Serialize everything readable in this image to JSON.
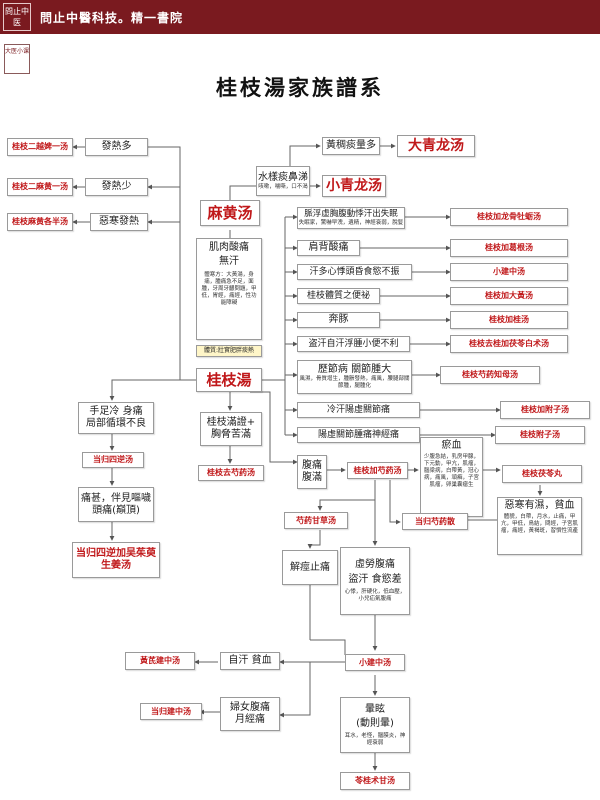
{
  "header": {
    "logo_text": "問止中医",
    "brand": "問止中醫科技。精一書院"
  },
  "stamp_text": "大医小课",
  "title": "桂枝湯家族譜系",
  "nodes": {
    "guizhi_erma": "桂枝二越婢一汤",
    "fare_duo": "發熱多",
    "guizhi_ermahuang": "桂枝二麻黄一汤",
    "fare_shao": "發熱少",
    "guizhi_mahuang_ban": "桂枝麻黄各半汤",
    "wuhan_fare": "惡寒發熱",
    "huangtan_duo": "黃稠痰量多",
    "daqinglong": "大青龙汤",
    "shuiyang_title": "水樣痰鼻涕",
    "shuiyang_sub": "咳嗽，喘嘶，口不渴",
    "xiaoqinglong": "小青龙汤",
    "mahuang": "麻黄汤",
    "mahuang_desc_title": "肌肉酸痛",
    "mahuang_desc_sub": "無汗",
    "mahuang_desc_list": "體寒方：大黃湯，身痛，腫痛急不足，面腫，牙周牙齦問題，甲低，胃經，痛經，性功能障礙",
    "tizhi_note": "體質:壯實肥胖痰熱",
    "guizhi": "桂枝湯",
    "mai_xu": "脈浮虛胸腹動悸汗出失眠",
    "mai_xu_sub": "失眠家，驚嚇早洩，遺精，神經衰弱，脫髮",
    "longgu": "桂枝加龙骨牡蛎汤",
    "jianbei": "肩背酸痛",
    "gegen": "桂枝加葛根汤",
    "handuo": "汗多心悸頭昏食慾不振",
    "xiaojianzhong": "小建中汤",
    "tizhi_bian": "桂枝體質之便祕",
    "dahuang": "桂枝加大黃汤",
    "bentun": "奔豚",
    "jiagui": "桂枝加桂汤",
    "daohan": "盗汗自汗浮腫小便不利",
    "fuling_baizhu": "桂枝去桂加茯苓白术汤",
    "lijie": "歷節病 關節腫大",
    "lijie_sub": "風濕，骨質增生，腫脹發熱，痛風，腰腿部關節腫，腿腫化",
    "shaoyao_zhimu": "桂枝芍药知母汤",
    "lenghan": "冷汗陽虛關節痛",
    "fuzi": "桂枝加附子汤",
    "yangxu": "陽虛關節腫痛神經痛",
    "fuzi2": "桂枝附子汤",
    "shouyi_left": "手足冷 身痛",
    "shouyi_left2": "局部循環不良",
    "danggui_sini": "当归四逆汤",
    "tongshen": "痛甚，伴見嘔噦",
    "touteng": "頭痛(巔頂)",
    "danggui_wuzhu": "当归四逆加吴茱萸生姜汤",
    "manjie": "桂枝滿證+",
    "manjie2": "胸脅苦滿",
    "qushao": "桂枝去芍药汤",
    "futong": "腹痛",
    "fuman": "腹滿",
    "jiashao": "桂枝加芍药汤",
    "yuxue": "瘀血",
    "yuxue_list": "少腹急結，乳房甲腺，下元動，甲亢，肌瘤，腦梁病，白帶黃，冠心病，痛風，頑癬，子宮肌瘤，卵巢囊瘤生",
    "fuling_wan": "桂枝茯苓丸",
    "shaogan": "芍药甘草汤",
    "jiejing": "解痙止痛",
    "wuhan_youshi": "惡寒有濕，貧血",
    "wuhan_list": "體貌，白帶，月水，止痛，甲亢，甲低，鳥結，問經，子宮肌瘤，痛經，黃褐斑，習慣性流產",
    "danggui_shaoyao": "当归芍药散",
    "xulao": "虛勞腹痛",
    "daohan_shiyu": "盜汗 食慾差",
    "xulao_sub": "心悸，肝硬化，低血壓，小兒疝氣腹痛",
    "huangqi": "黃芪建中汤",
    "zihan": "自汗 貧血",
    "xiaojian2": "小建中汤",
    "fuke": "婦女腹痛",
    "yuejing": "月經痛",
    "danggui_jian": "当归建中汤",
    "xuanyun": "暈眩",
    "dongze": "(動則暈)",
    "xuanyun_sub": "耳水，老怪，腦膜炎，神經衰弱",
    "linggui": "苓桂术甘汤"
  }
}
